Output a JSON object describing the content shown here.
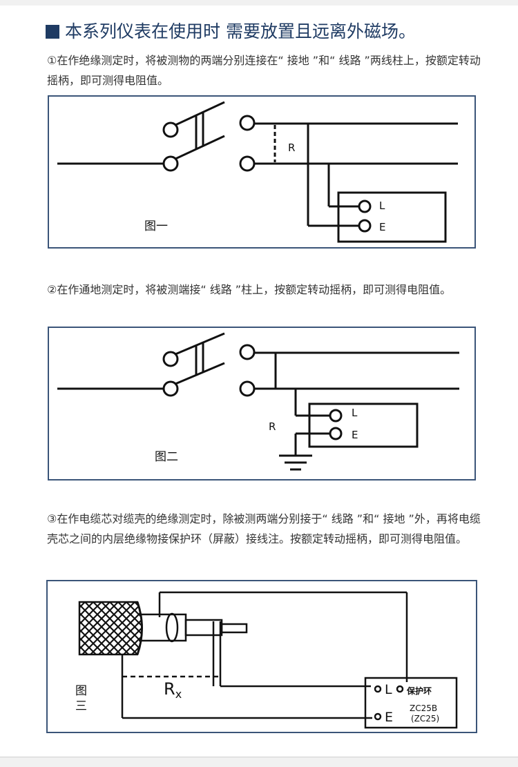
{
  "heading": "本系列仪表在使用时 需要放置且远离外磁场。",
  "paragraphs": {
    "p1": "①在作绝缘测定时，将被测物的两端分别连接在“ 接地 ”和“ 线路 ”两线柱上，按额定转动摇柄，即可测得电阻值。",
    "p2": "②在作通地测定时，将被测端接“ 线路 ”柱上，按额定转动摇柄，即可测得电阻值。",
    "p3": "③在作电缆芯对缆壳的绝缘测定时，除被测两端分别接于“ 线路 ”和“ 接地 ”外，再将电缆壳芯之间的内层绝缘物接保护环（屏蔽）接线注。按额定转动摇柄，即可测得电阻值。"
  },
  "figure1": {
    "caption": "图一",
    "r_label": "R",
    "l_label": "L",
    "e_label": "E"
  },
  "figure2": {
    "caption": "图二",
    "r_label": "R",
    "l_label": "L",
    "e_label": "E"
  },
  "figure3": {
    "caption": "图三",
    "rx_label": "R",
    "rx_sub": "x",
    "l_label": "L",
    "e_label": "E",
    "guard_label": "保护环",
    "model_label": "ZC25B",
    "model_alt": "(ZC25)"
  },
  "colors": {
    "heading": "#1f3b63",
    "panel_border": "#3a5478",
    "line": "#111111"
  }
}
